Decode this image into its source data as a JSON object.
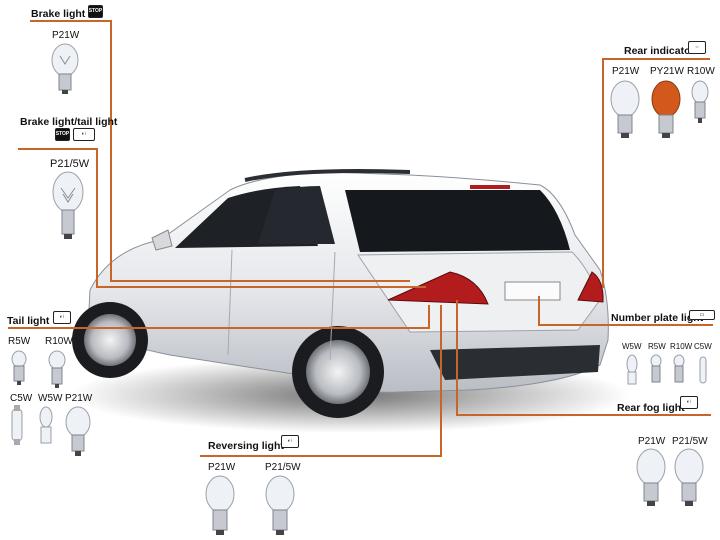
{
  "sections": {
    "brake_light": {
      "title": "Brake light",
      "icon": "stop-icon",
      "icon_text": "STOP",
      "bulbs": [
        "P21W"
      ]
    },
    "brake_tail": {
      "title": "Brake light/tail light",
      "icons": [
        "stop-icon",
        "tail-light-icon"
      ],
      "icon_text": "STOP",
      "bulbs": [
        "P21/5W"
      ]
    },
    "tail_light": {
      "title": "Tail light",
      "icon": "tail-light-icon",
      "bulbs": [
        "R5W",
        "R10W",
        "C5W",
        "W5W",
        "P21W"
      ]
    },
    "reversing": {
      "title": "Reversing light",
      "icon": "reversing-light-icon",
      "bulbs": [
        "P21W",
        "P21/5W"
      ]
    },
    "rear_indicator": {
      "title": "Rear indicator",
      "icon": "indicator-arrows-icon",
      "bulbs": [
        "P21W",
        "PY21W",
        "R10W"
      ]
    },
    "number_plate": {
      "title": "Number plate light",
      "icon": "number-plate-icon",
      "bulbs": [
        "W5W",
        "R5W",
        "R10W",
        "C5W"
      ]
    },
    "rear_fog": {
      "title": "Rear fog light",
      "icon": "fog-light-icon",
      "bulbs": [
        "P21W",
        "P21/5W"
      ]
    }
  },
  "colors": {
    "accent_line": "#c8662a",
    "amber_bulb": "#d2581b",
    "car_body": "#e6e7ea",
    "glass": "#1a1d22",
    "taillight": "#b31c1c"
  }
}
